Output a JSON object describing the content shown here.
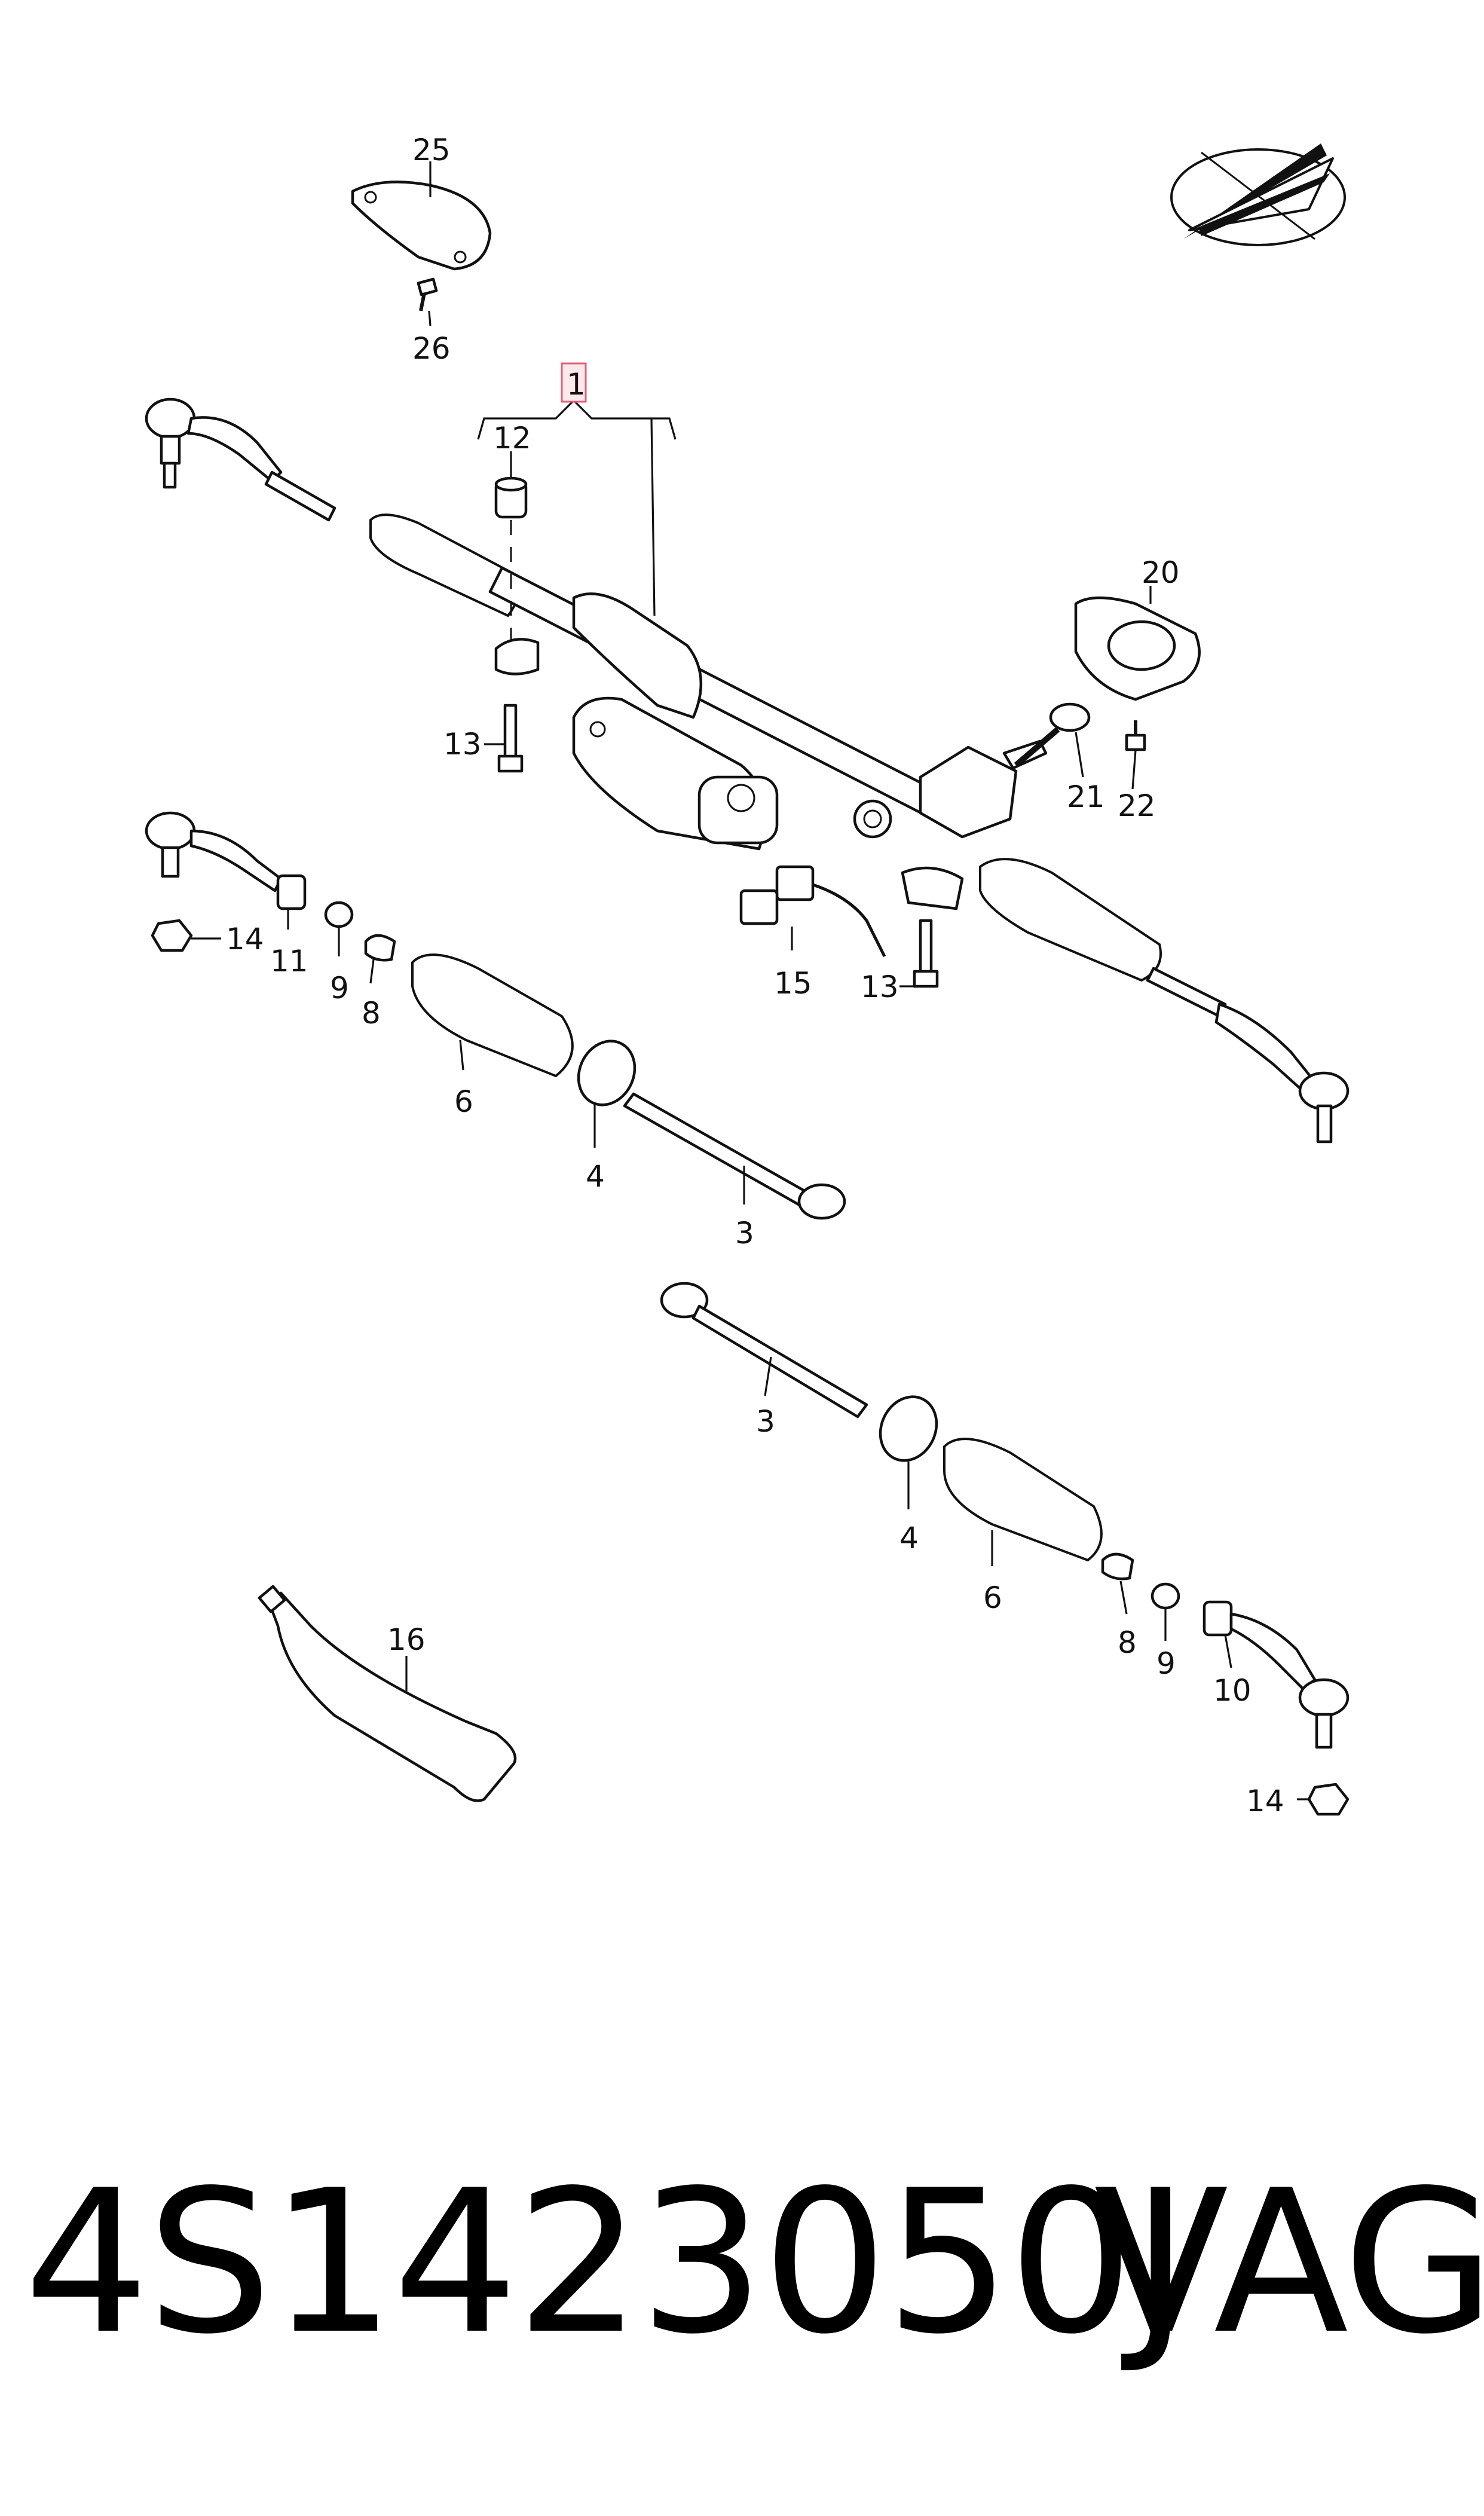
{
  "callouts": {
    "c1": "1",
    "c3a": "3",
    "c3b": "3",
    "c4a": "4",
    "c4b": "4",
    "c6a": "6",
    "c6b": "6",
    "c8a": "8",
    "c8b": "8",
    "c9a": "9",
    "c9b": "9",
    "c10": "10",
    "c11": "11",
    "c12": "12",
    "c13a": "13",
    "c13b": "13",
    "c14a": "14",
    "c14b": "14",
    "c15": "15",
    "c16": "16",
    "c20": "20",
    "c21": "21",
    "c22": "22",
    "c25": "25",
    "c26": "26"
  },
  "footer": {
    "part_number": "4S1423050J",
    "brand": "VAG"
  },
  "colors": {
    "line": "#111111",
    "highlight_fill": "#fde8ec",
    "highlight_stroke": "#e0607a"
  },
  "icons": {
    "corner_symbol": "paper-plane-in-ellipse-icon"
  }
}
